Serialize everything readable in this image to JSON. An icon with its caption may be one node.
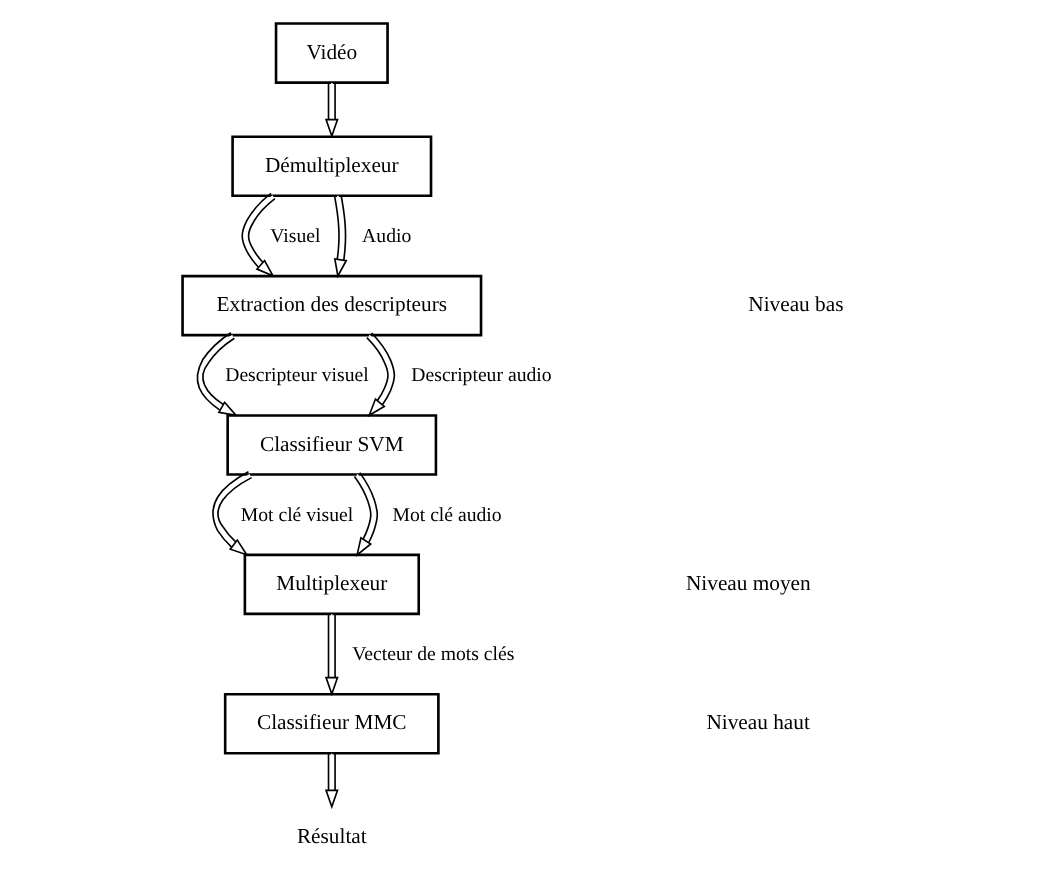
{
  "diagram": {
    "nodes": [
      {
        "text": [
          "Vidéo"
        ]
      },
      {
        "text": [
          "Démultiplexeur"
        ]
      },
      {
        "text": [
          "Extraction des descripteurs"
        ]
      },
      {
        "text": [
          "Classifieur SVM"
        ]
      },
      {
        "text": [
          "Multiplexeur"
        ]
      },
      {
        "text": [
          "Classifieur MMC"
        ]
      },
      {
        "text": [
          "Résultat"
        ]
      }
    ],
    "edges": [
      {
        "from": 0,
        "to": 1,
        "arrow": "to"
      },
      {
        "from": 1,
        "to": 2,
        "arrow": "to",
        "label": "Visuel"
      },
      {
        "from": 1,
        "to": 2,
        "arrow": "to",
        "label": "Audio"
      },
      {
        "from": 2,
        "to": 3,
        "arrow": "to",
        "label": "Descripteur visuel"
      },
      {
        "from": 2,
        "to": 3,
        "arrow": "to",
        "label": "Descripteur audio"
      },
      {
        "from": 3,
        "to": 4,
        "arrow": "to",
        "label": "Mot clé visuel"
      },
      {
        "from": 3,
        "to": 4,
        "arrow": "to",
        "label": "Mot clé audio"
      },
      {
        "from": 4,
        "to": 5,
        "arrow": "to",
        "label": "Vecteur de mots clés"
      },
      {
        "from": 5,
        "to": 6,
        "arrow": "to"
      }
    ],
    "labels": [
      "Niveau bas",
      "Niveau moyen",
      "Niveau haut"
    ]
  }
}
